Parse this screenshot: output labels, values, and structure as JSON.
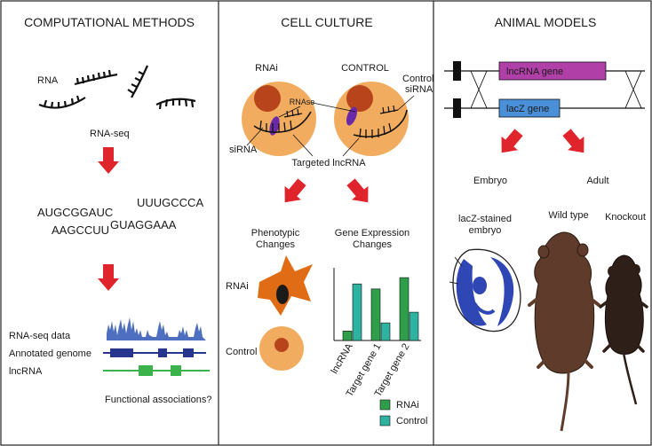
{
  "panels": {
    "computational": {
      "title": "COMPUTATIONAL METHODS",
      "rna_label": "RNA",
      "rnaseq_label": "RNA-seq",
      "sequences": [
        "AUGCGGAUC",
        "UUUGCCCA",
        "AAGCCUU",
        "GUAGGAAA"
      ],
      "track_labels": [
        "RNA-seq data",
        "Annotated genome",
        "lncRNA"
      ],
      "question": "Functional associations?"
    },
    "cell_culture": {
      "title": "CELL CULTURE",
      "rnai_label": "RNAi",
      "control_label": "CONTROL",
      "rnase_label": "RNAse",
      "control_sirna_label_1": "Control",
      "control_sirna_label_2": "siRNA",
      "sirna_label": "siRNA",
      "targeted_label": "Targeted lncRNA",
      "phenotypic_1": "Phenotypic",
      "phenotypic_2": "Changes",
      "gene_expr_1": "Gene Expression",
      "gene_expr_2": "Changes",
      "cell_rnai_label": "RNAi",
      "cell_control_label": "Control",
      "legend": [
        {
          "label": "RNAi",
          "color": "#2e9e4a"
        },
        {
          "label": "Control",
          "color": "#2db3a0"
        }
      ]
    },
    "animal": {
      "title": "ANIMAL MODELS",
      "gene_1": "lncRNA gene",
      "gene_2": "lacZ gene",
      "embryo_label": "Embryo",
      "adult_label": "Adult",
      "lacz_1": "lacZ-stained",
      "lacz_2": "embryo",
      "wildtype_label": "Wild type",
      "knockout_label": "Knockout"
    }
  },
  "chart_data": {
    "type": "bar",
    "categories": [
      "lncRNA",
      "Target gene 1",
      "Target gene 2"
    ],
    "series": [
      {
        "name": "RNAi",
        "color": "#2e9e4a",
        "values": [
          0.15,
          0.82,
          1.0
        ]
      },
      {
        "name": "Control",
        "color": "#2db3a0",
        "values": [
          0.9,
          0.28,
          0.45
        ]
      }
    ],
    "ylim": [
      0,
      1.1
    ]
  },
  "colors": {
    "arrow": "#e0242c",
    "cell": "#f2ac5f",
    "nucleus": "#b8441c",
    "lncrna_box": "#b03fa8",
    "lacz_box": "#4a90d9",
    "track_blue": "#27358f",
    "track_green": "#3bb34a",
    "rnaseq_peaks": "#4e6fc0",
    "mouse_wt": "#5e3b2a",
    "mouse_ko": "#2e1f18",
    "embryo_stain": "#2f47b5"
  }
}
